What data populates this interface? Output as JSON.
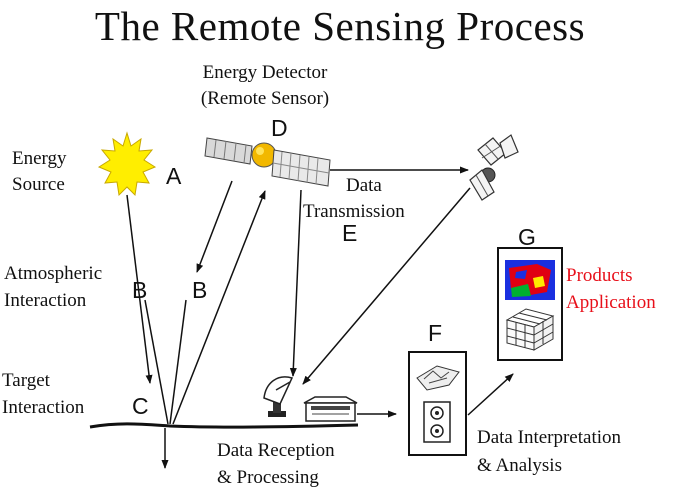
{
  "title": "The Remote Sensing Process",
  "labels": {
    "energy_detector": "Energy Detector",
    "remote_sensor": "(Remote Sensor)",
    "energy": "Energy",
    "source": "Source",
    "atmospheric": "Atmospheric",
    "interaction_1": "Interaction",
    "target": "Target",
    "interaction_2": "Interaction",
    "data_1": "Data",
    "transmission": "Transmission",
    "products": "Products",
    "application": "Application",
    "data_reception": "Data Reception",
    "processing": "& Processing",
    "data_interpretation": "Data Interpretation",
    "analysis": "& Analysis"
  },
  "letters": {
    "a": "A",
    "b1": "B",
    "b2": "B",
    "c": "C",
    "d": "D",
    "e": "E",
    "f": "F",
    "g": "G"
  },
  "colors": {
    "products_text": "#e8101a",
    "sun": "#ffee00",
    "sun_outline": "#c8a800"
  },
  "icons": [
    "sun-icon",
    "satellite-icon",
    "relay-satellite-icon",
    "dish-antenna-icon",
    "ground-station-icon",
    "film-image-icon",
    "film-reel-icon",
    "map-product-icon",
    "grid-product-icon"
  ]
}
